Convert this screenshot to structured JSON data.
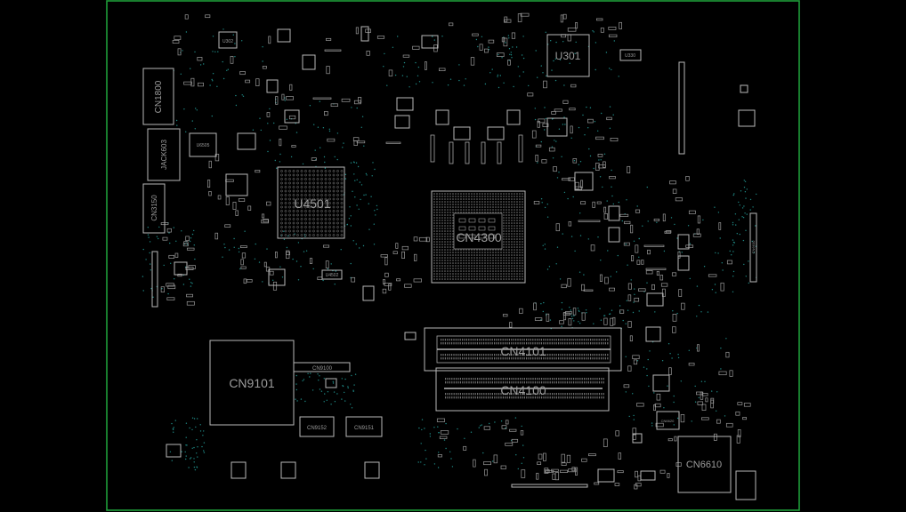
{
  "colors": {
    "background": "#000000",
    "board_outline": "#1f9d3a",
    "silkscreen": "#b8b8b8",
    "label": "#9c9c9c",
    "via": "#1f8a86"
  },
  "components": {
    "u301": "U301",
    "u330": "U330",
    "u302": "U302",
    "cn1800": "CN1800",
    "jack603": "JACK603",
    "u6505": "U6505",
    "cn3150": "CN3150",
    "u4501": "U4501",
    "u4502": "U4502",
    "cn4300": "CN4300",
    "cn4101": "CN4101",
    "cn4100": "CN4100",
    "cn9101": "CN9101",
    "cn9100": "CN9100",
    "cn9152": "CN9152",
    "cn9151": "CN9151",
    "cn6610": "CN6610",
    "cn6620": "CN6620",
    "cn6630": "CN6630"
  }
}
